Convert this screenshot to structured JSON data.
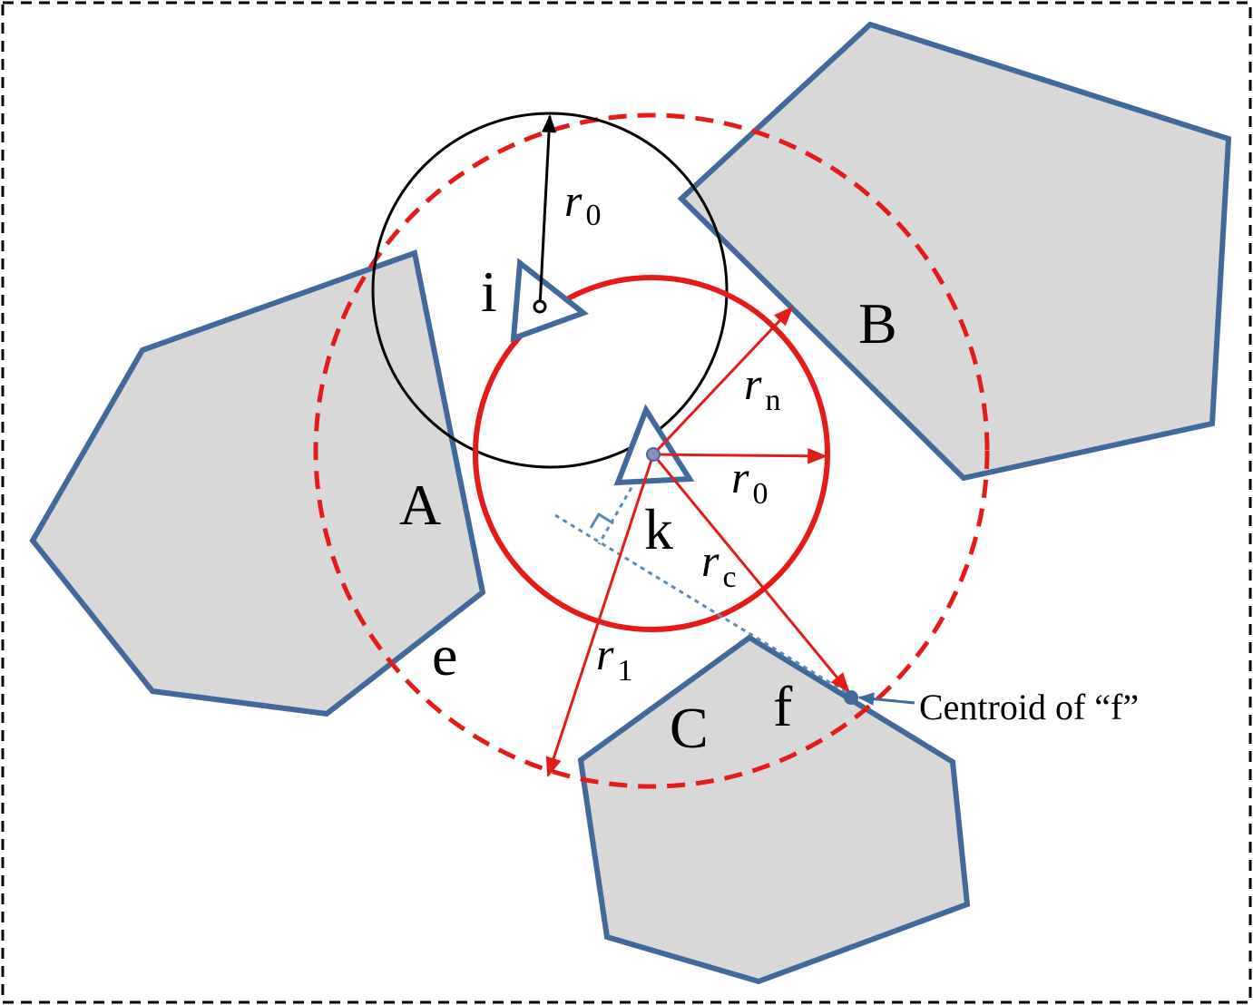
{
  "obstacles": {
    "a": {
      "label": "A"
    },
    "b": {
      "label": "B"
    },
    "c": {
      "label": "C"
    }
  },
  "robots": {
    "i": {
      "label": "i"
    },
    "k": {
      "label": "k"
    }
  },
  "points": {
    "e": {
      "label": "e"
    },
    "f": {
      "label": "f"
    }
  },
  "radii": {
    "r0_i": {
      "symbol": "r",
      "subscript": "0"
    },
    "rn": {
      "symbol": "r",
      "subscript": "n"
    },
    "r0_k": {
      "symbol": "r",
      "subscript": "0"
    },
    "rc": {
      "symbol": "r",
      "subscript": "c"
    },
    "r1": {
      "symbol": "r",
      "subscript": "1"
    }
  },
  "annotation": {
    "centroid_label": "Centroid of “f”"
  },
  "colors": {
    "obstacle_fill": "#d8d8d8",
    "obstacle_stroke": "#41699a",
    "red": "#e31b1b",
    "black": "#000000",
    "dotted_blue": "#5b8ab5"
  }
}
